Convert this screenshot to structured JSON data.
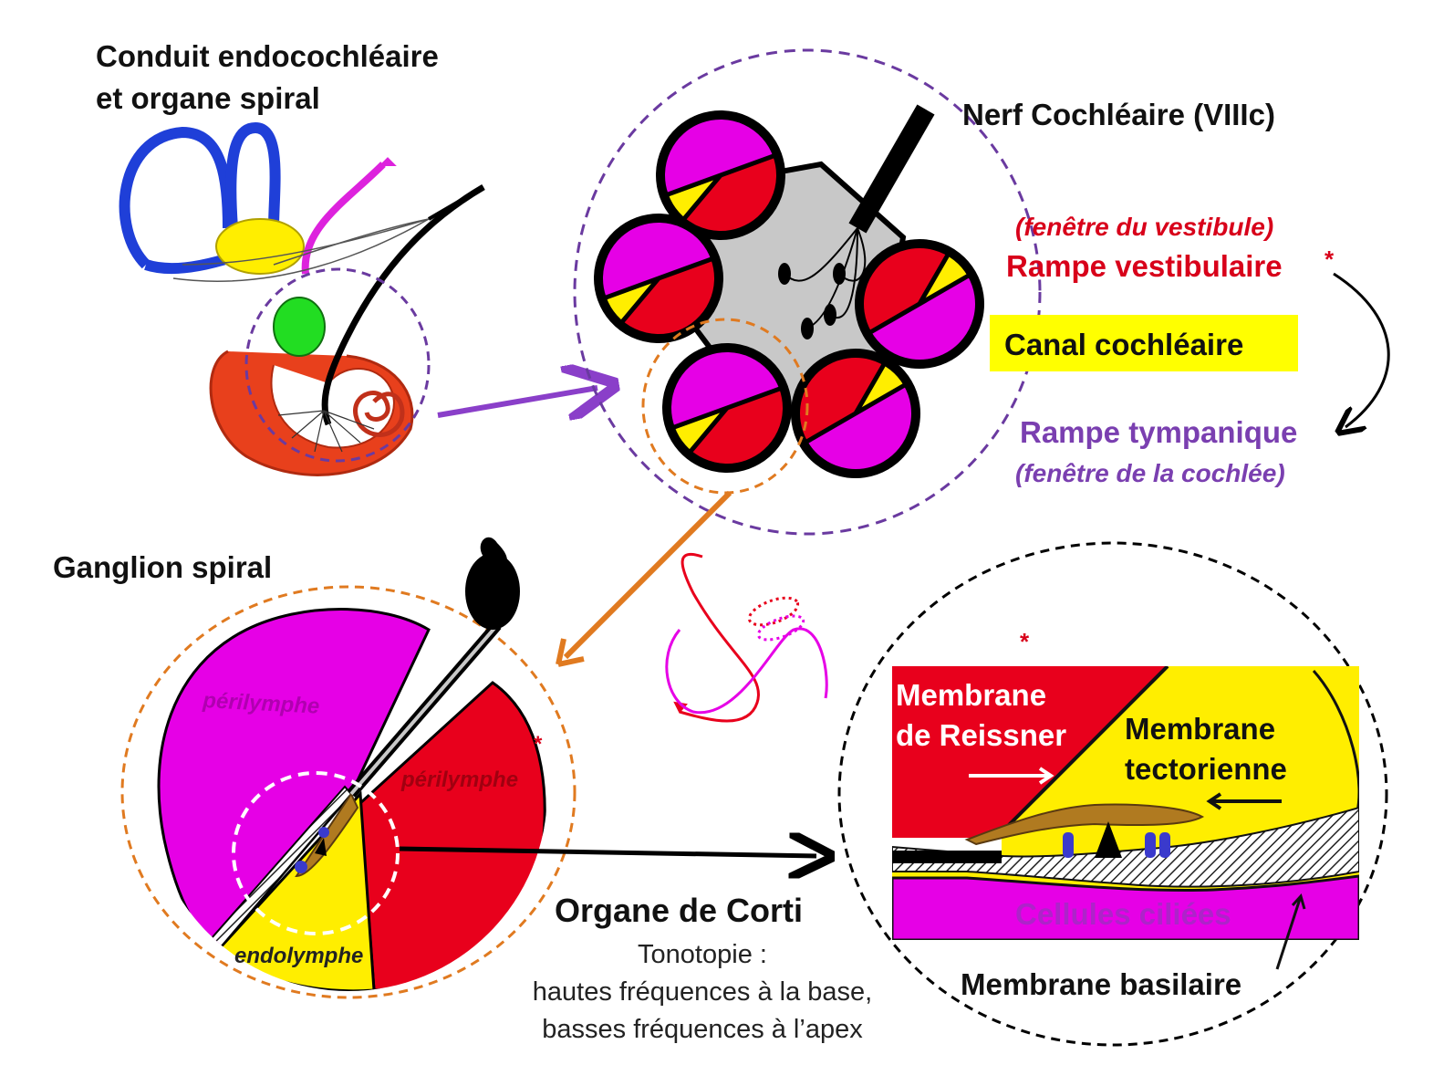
{
  "titles": {
    "top_left_line1": "Conduit endocochléaire",
    "top_left_line2": "et organe spiral",
    "ganglion": "Ganglion spiral",
    "nerve": "Nerf Cochléaire (VIIIc)"
  },
  "scalae": {
    "vestibular_window": "(fenêtre du vestibule)",
    "vestibular": "Rampe vestibulaire",
    "star": "*",
    "cochlear_duct": "Canal cochléaire",
    "tympanic": "Rampe tympanique",
    "cochlear_window": "(fenêtre de la cochlée)"
  },
  "section": {
    "perilymph_1": "périlymphe",
    "perilymph_2": "périlymphe",
    "endolymph": "endolymphe"
  },
  "corti": {
    "title": "Organe de Corti",
    "tonotopy": "Tonotopie :",
    "tonotopy_line1": "hautes fréquences à la base,",
    "tonotopy_line2": "basses fréquences à l’apex"
  },
  "detail": {
    "reissner_1": "Membrane",
    "reissner_2": "de Reissner",
    "tectorial_1": "Membrane",
    "tectorial_2": "tectorienne",
    "hair_cells": "Cellules ciliées",
    "basilar": "Membrane basilaire"
  },
  "colors": {
    "vestibular": "#e8001c",
    "tympanic": "#e600e6",
    "duct": "#ffee00",
    "ganglion_area": "#c8c8c8",
    "purple_label": "#7a3fb0",
    "red_label": "#d8001a",
    "orange_arrow": "#e07a20",
    "purple_arrow": "#8a3fc9",
    "semicircular": "#1f3fd8",
    "saccule": "#22dd22",
    "cochlea": "#e8401c"
  }
}
